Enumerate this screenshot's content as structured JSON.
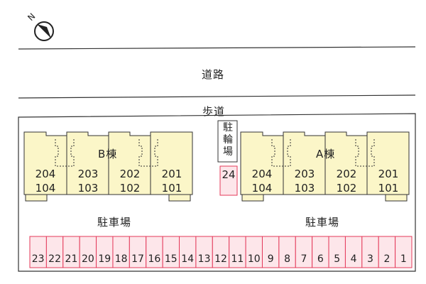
{
  "north_icon": "north-arrow-icon",
  "north_letter": "N",
  "road_label": "道路",
  "sidewalk_label": "歩道",
  "bike_parking_label": "駐輪場",
  "bike_space_number": "24",
  "parking_label_left": "駐車場",
  "parking_label_right": "駐車場",
  "building_b": {
    "label": "B棟",
    "units": [
      {
        "upper": "204",
        "lower": "104"
      },
      {
        "upper": "203",
        "lower": "103"
      },
      {
        "upper": "202",
        "lower": "102"
      },
      {
        "upper": "201",
        "lower": "101"
      }
    ]
  },
  "building_a": {
    "label": "A棟",
    "units": [
      {
        "upper": "204",
        "lower": "104"
      },
      {
        "upper": "203",
        "lower": "103"
      },
      {
        "upper": "202",
        "lower": "102"
      },
      {
        "upper": "201",
        "lower": "101"
      }
    ]
  },
  "parking_spaces": [
    "23",
    "22",
    "21",
    "20",
    "19",
    "18",
    "17",
    "16",
    "15",
    "14",
    "13",
    "12",
    "11",
    "10",
    "9",
    "8",
    "7",
    "6",
    "5",
    "4",
    "3",
    "2",
    "1"
  ],
  "colors": {
    "building_fill": "#fbf6c8",
    "parking_fill": "#fde6ea",
    "parking_stroke": "#e4395a",
    "line": "#333333"
  }
}
